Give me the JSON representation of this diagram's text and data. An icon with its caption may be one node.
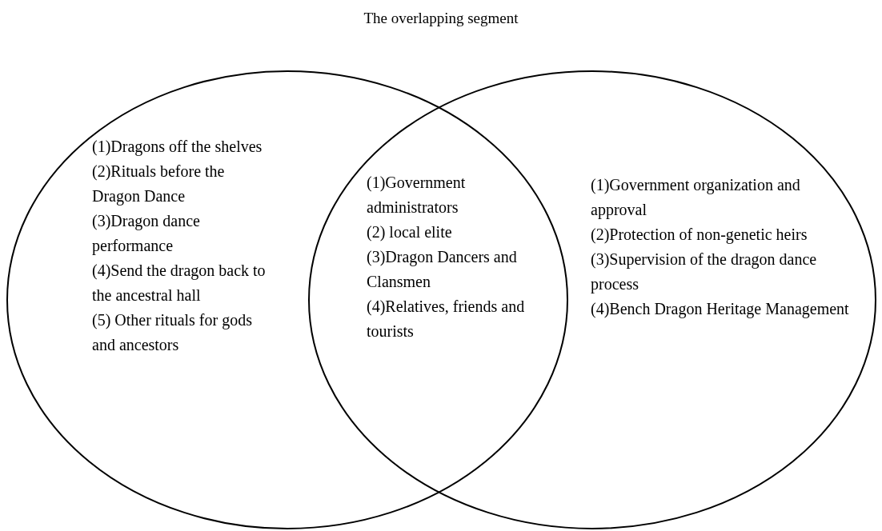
{
  "diagram": {
    "title": "The overlapping segment",
    "nodes": [
      {
        "text": [
          "(1)Dragons off the shelves",
          "(2)Rituals before the Dragon Dance",
          "(3)Dragon dance performance",
          "(4)Send the dragon back to the ancestral hall",
          "(5) Other rituals for gods and ancestors"
        ]
      },
      {
        "text": [
          "(1)Government organization and approval",
          "(2)Protection of non-genetic heirs",
          "(3)Supervision of the dragon dance process",
          "(4)Bench Dragon Heritage Management"
        ]
      }
    ],
    "edges": [],
    "labels": [
      "(1)Government administrators",
      "(2) local elite",
      "(3)Dragon Dancers and Clansmen",
      "(4)Relatives, friends and tourists"
    ]
  }
}
